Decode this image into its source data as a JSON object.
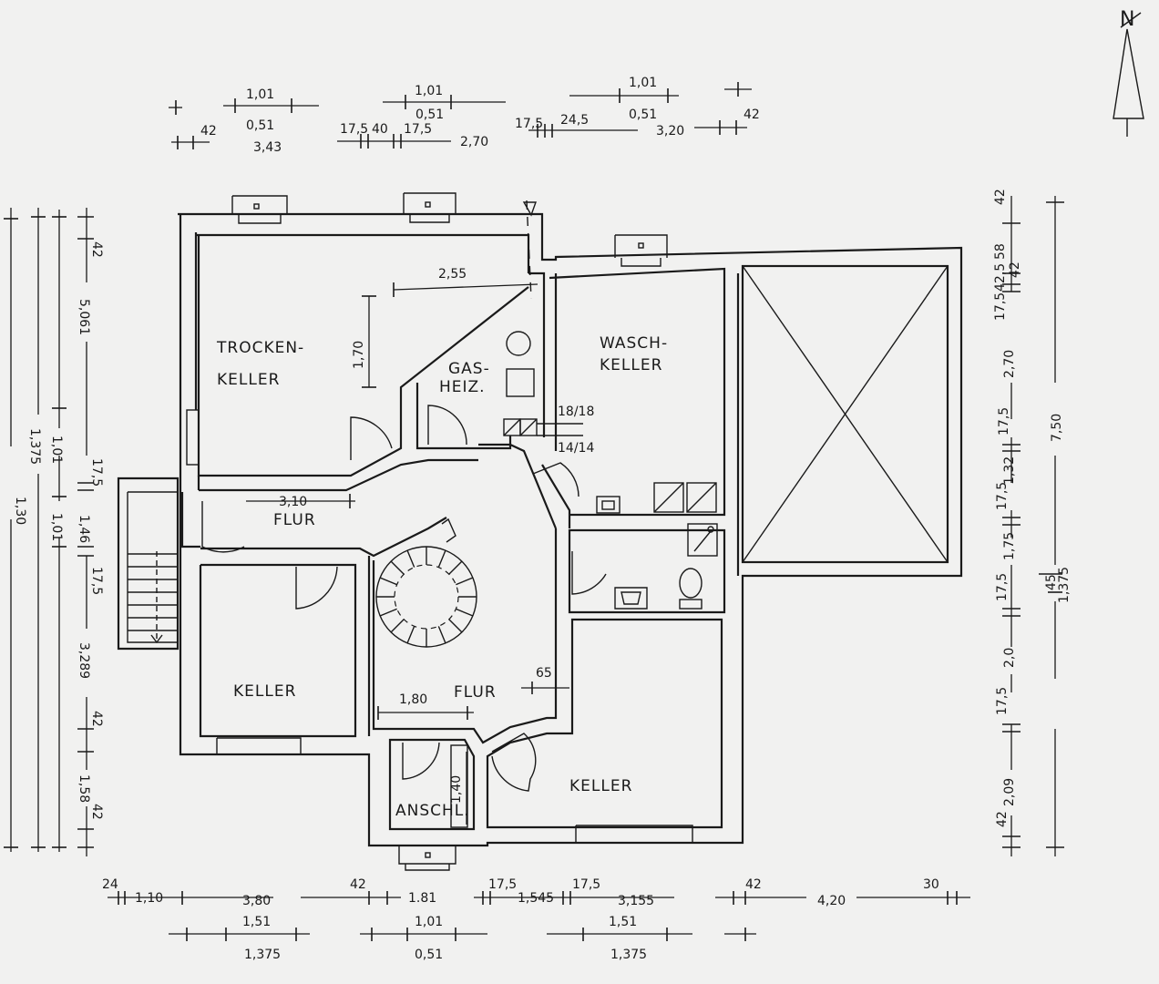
{
  "rooms": {
    "trockenkeller": [
      "TROCKEN-",
      "KELLER"
    ],
    "gasheiz": [
      "GAS-",
      "HEIZ."
    ],
    "waschkeller": [
      "WASCH-",
      "KELLER"
    ],
    "flur_upper": "FLUR",
    "keller_left": "KELLER",
    "flur_center": "FLUR",
    "anschl": "ANSCHL.",
    "keller_right": "KELLER"
  },
  "north_label": "N",
  "interior_dims": {
    "d255": "2,55",
    "d170": "1,70",
    "d310": "3,10",
    "d1818": "18/18",
    "d1414": "14/14",
    "d180": "1,80",
    "d65": "65",
    "d140": "1,40"
  },
  "top_dims": {
    "a101": "1,01",
    "a42": "42",
    "a051": "0,51",
    "a343": "3,43",
    "b101": "1,01",
    "b051": "0,51",
    "b175a": "17,5",
    "b40": "40",
    "b175b": "17,5",
    "b270": "2,70",
    "c101": "1,01",
    "c175": "17,5",
    "c245": "24,5",
    "c051": "0,51",
    "c320": "3,20",
    "c42": "42"
  },
  "bottom_dims": {
    "d24": "24",
    "d110": "1,10",
    "d380": "3,80",
    "d151a": "1,51",
    "d1375a": "1,375",
    "d42a": "42",
    "d181": "1.81",
    "d101": "1,01",
    "d051": "0,51",
    "d175a": "17,5",
    "d1545": "1,545",
    "d175b": "17,5",
    "d3155": "3,155",
    "d151b": "1,51",
    "d1375b": "1,375",
    "d42b": "42",
    "d420": "4,20",
    "d30": "30"
  },
  "left_dims": {
    "l42a": "42",
    "l5061": "5,061",
    "l175a": "17,5",
    "l146": "1,46",
    "l175b": "17,5",
    "l3289": "3,289",
    "l42b": "42",
    "l158": "1,58",
    "l42c": "42",
    "l101a": "1,01",
    "l101b": "1,01",
    "l1375": "1,375",
    "l130": "1,30"
  },
  "right_dims": {
    "r42a": "42",
    "r42b": "42",
    "r58": "58",
    "r175a": "17,5",
    "r254": "42,5",
    "r270": "2,70",
    "r175b": "17,5",
    "r132": "1,32",
    "r175c": "17,5",
    "r175d": "1,75",
    "r175e": "17,5",
    "r20": "2,0",
    "r175f": "17,5",
    "r209": "2,09",
    "r42c": "42",
    "r750": "7,50",
    "r45": "45",
    "r1375": "1,375"
  }
}
